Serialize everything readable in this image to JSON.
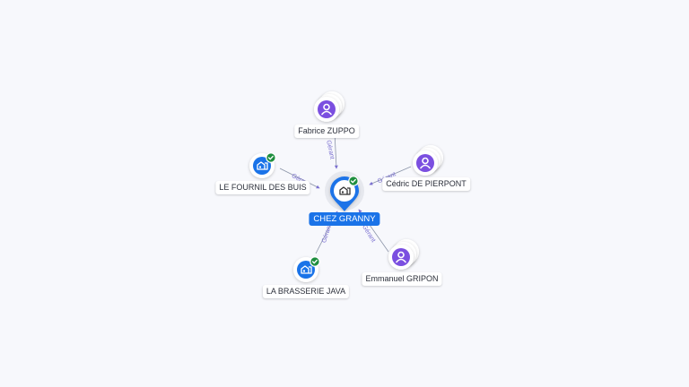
{
  "center": {
    "label": "CHEZ GRANNY",
    "kind": "company",
    "verified": true
  },
  "nodes": [
    {
      "id": "fabrice",
      "label": "Fabrice ZUPPO",
      "kind": "person",
      "edge": "Gérant"
    },
    {
      "id": "fournil",
      "label": "LE FOURNIL DES BUIS",
      "kind": "company",
      "verified": true,
      "edge": "Gérant"
    },
    {
      "id": "cedric",
      "label": "Cédric DE PIERPONT",
      "kind": "person",
      "edge": "Gérant"
    },
    {
      "id": "brasserie",
      "label": "LA BRASSERIE JAVA",
      "kind": "company",
      "verified": true,
      "edge": "Gérant"
    },
    {
      "id": "emmanuel",
      "label": "Emmanuel GRIPON",
      "kind": "person",
      "edge": "Gérant"
    }
  ],
  "colors": {
    "person": "#7b4fe0",
    "company": "#1a73e8",
    "verified": "#1e8e3e",
    "edge": "#7a6fd0"
  },
  "icons": {
    "person": "person-icon",
    "company": "building-icon",
    "verified": "check-badge-icon"
  }
}
